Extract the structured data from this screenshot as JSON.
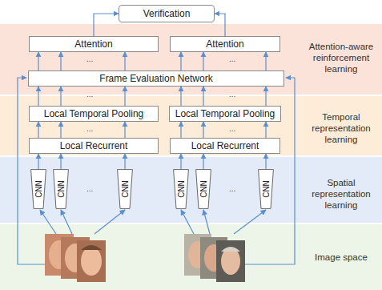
{
  "diagram": {
    "nodes": [
      {
        "text": [
          "Verification"
        ]
      },
      {
        "text": [
          "Attention"
        ]
      },
      {
        "text": [
          "Attention"
        ]
      },
      {
        "text": [
          "Frame Evaluation Network"
        ]
      },
      {
        "text": [
          "Local Temporal Pooling"
        ]
      },
      {
        "text": [
          "Local Temporal Pooling"
        ]
      },
      {
        "text": [
          "Local Recurrent"
        ]
      },
      {
        "text": [
          "Local Recurrent"
        ]
      },
      {
        "text": [
          "CNN"
        ]
      },
      {
        "text": [
          "CNN"
        ]
      },
      {
        "text": [
          "CNN"
        ]
      },
      {
        "text": [
          "CNN"
        ]
      },
      {
        "text": [
          "CNN"
        ]
      },
      {
        "text": [
          "CNN"
        ]
      }
    ],
    "edges": [
      {
        "from": 1,
        "to": 0,
        "arrow": "to"
      },
      {
        "from": 2,
        "to": 0,
        "arrow": "to"
      },
      {
        "from": 3,
        "to": 1,
        "arrow": "to"
      },
      {
        "from": 3,
        "to": 1,
        "arrow": "to"
      },
      {
        "from": 3,
        "to": 1,
        "arrow": "to"
      },
      {
        "from": 3,
        "to": 2,
        "arrow": "to"
      },
      {
        "from": 3,
        "to": 2,
        "arrow": "to"
      },
      {
        "from": 3,
        "to": 2,
        "arrow": "to"
      },
      {
        "from": 4,
        "to": 3,
        "arrow": "to"
      },
      {
        "from": 4,
        "to": 3,
        "arrow": "to"
      },
      {
        "from": 4,
        "to": 3,
        "arrow": "to"
      },
      {
        "from": 5,
        "to": 3,
        "arrow": "to"
      },
      {
        "from": 5,
        "to": 3,
        "arrow": "to"
      },
      {
        "from": 5,
        "to": 3,
        "arrow": "to"
      },
      {
        "from": 6,
        "to": 4,
        "arrow": "to"
      },
      {
        "from": 6,
        "to": 4,
        "arrow": "to"
      },
      {
        "from": 6,
        "to": 4,
        "arrow": "to"
      },
      {
        "from": 7,
        "to": 5,
        "arrow": "to"
      },
      {
        "from": 7,
        "to": 5,
        "arrow": "to"
      },
      {
        "from": 7,
        "to": 5,
        "arrow": "to"
      },
      {
        "from": 8,
        "to": 6,
        "arrow": "to"
      },
      {
        "from": 9,
        "to": 6,
        "arrow": "to"
      },
      {
        "from": 10,
        "to": 6,
        "arrow": "to"
      },
      {
        "from": 11,
        "to": 7,
        "arrow": "to"
      },
      {
        "from": 12,
        "to": 7,
        "arrow": "to"
      },
      {
        "from": 13,
        "to": 7,
        "arrow": "to"
      }
    ],
    "labels": [
      "Attention-aware reinforcement learning",
      "Temporal representation learning",
      "Spatial representation learning",
      "Image space",
      "...",
      "...",
      "...",
      "...",
      "...",
      "...",
      "...",
      "..."
    ]
  }
}
